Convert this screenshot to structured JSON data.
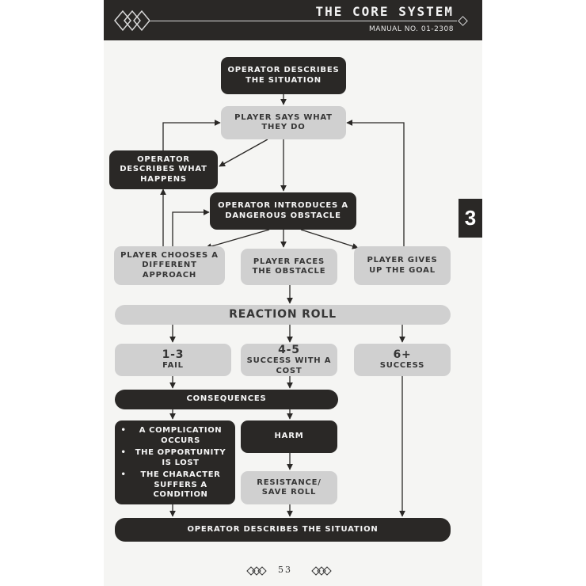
{
  "header": {
    "title": "THE CORE SYSTEM",
    "subtitle": "MANUAL NO. 01-2308"
  },
  "chapter": "3",
  "flow": {
    "start": "OPERATOR DESCRIBES THE SITUATION",
    "player_says": "PLAYER SAYS WHAT THEY DO",
    "describes_happens": "OPERATOR DESCRIBES WHAT HAPPENS",
    "introduces_obstacle": "OPERATOR INTRODUCES A DANGEROUS OBSTACLE",
    "different_approach": "PLAYER CHOOSES A DIFFERENT APPROACH",
    "faces_obstacle": "PLAYER FACES THE OBSTACLE",
    "gives_up": "PLAYER GIVES UP THE GOAL",
    "reaction_roll": "REACTION ROLL",
    "fail_range": "1-3",
    "fail_label": "FAIL",
    "cost_range": "4-5",
    "cost_label": "SUCCESS WITH A COST",
    "success_range": "6+",
    "success_label": "SUCCESS",
    "consequences": "CONSEQUENCES",
    "complications": [
      "A COMPLICATION OCCURS",
      "THE OPPORTUNITY IS LOST",
      "THE CHARACTER SUFFERS A CONDITION"
    ],
    "harm": "HARM",
    "resistance": "RESISTANCE/ SAVE ROLL",
    "end": "OPERATOR DESCRIBES THE SITUATION"
  },
  "footer": {
    "page_number": "53"
  }
}
